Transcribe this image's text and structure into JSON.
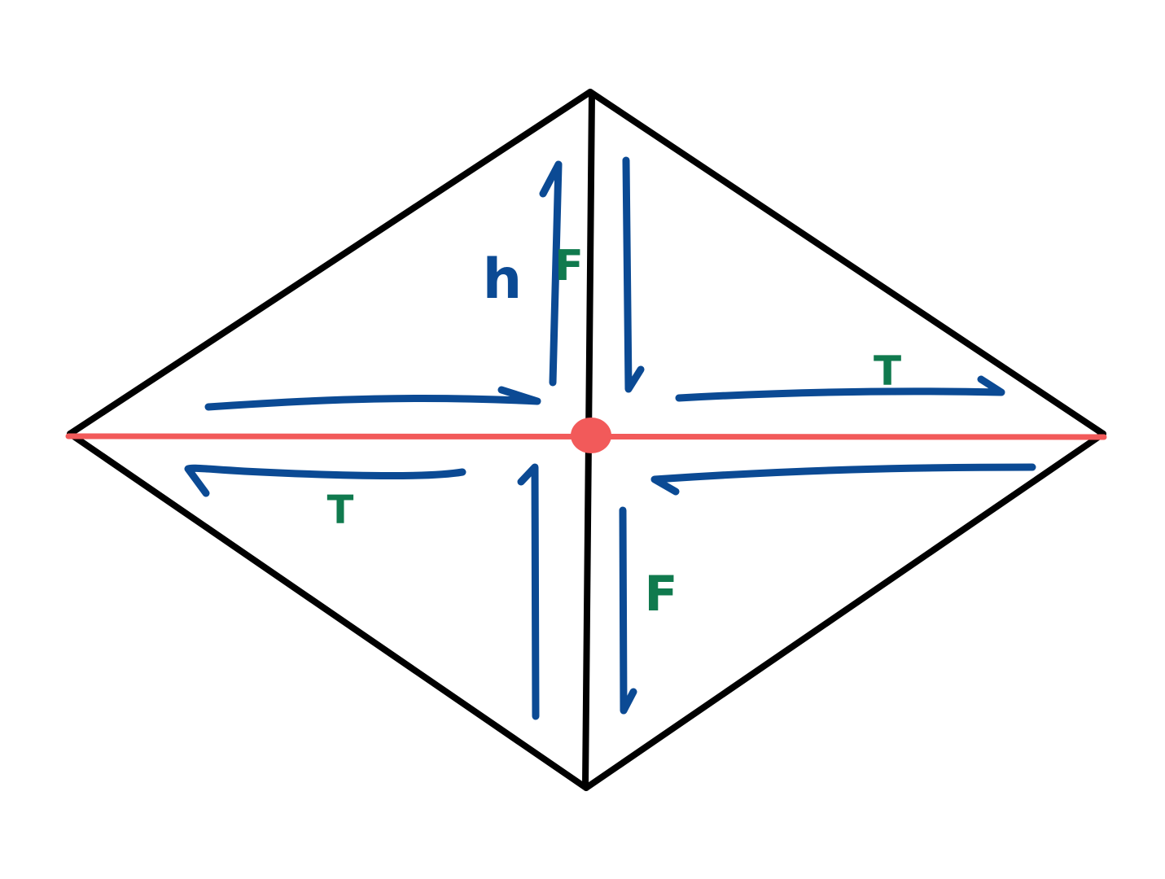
{
  "colors": {
    "background": "#ffffff",
    "outline": "#000000",
    "axis": "#f25a5a",
    "arrows": "#0b4a94",
    "label_force": "#107a4e",
    "label_h": "#0b4a94"
  },
  "labels": {
    "h": "h",
    "force_top": "F",
    "force_bottom": "F",
    "tangent_right": "T",
    "tangent_left": "T"
  }
}
